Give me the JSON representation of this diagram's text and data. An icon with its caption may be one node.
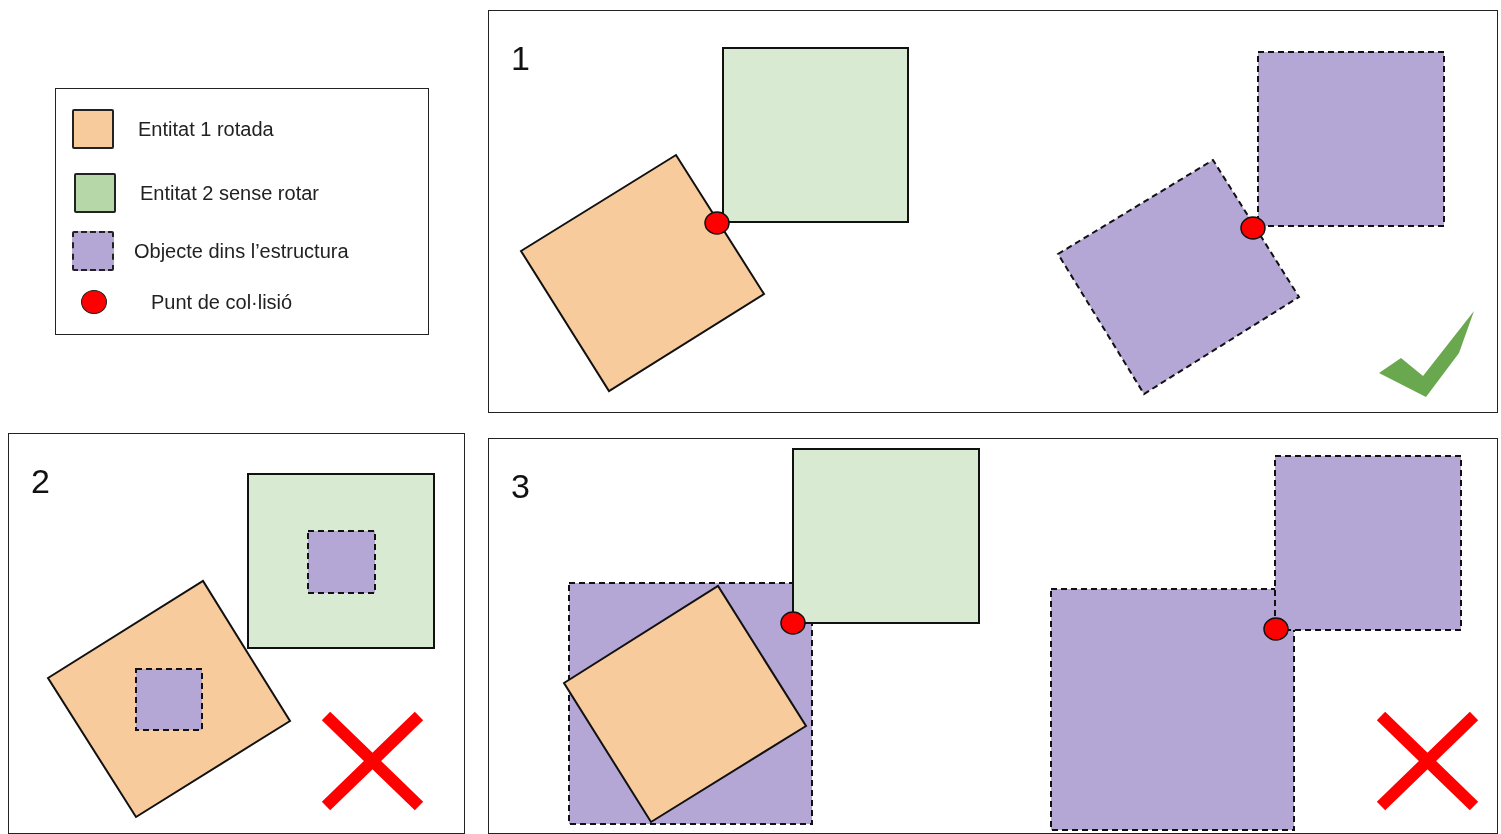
{
  "diagram": {
    "nodes": [
      {
        "text": [
          "1"
        ]
      },
      {
        "text": [
          "2"
        ]
      },
      {
        "text": [
          "3"
        ]
      }
    ],
    "legend": [
      {
        "text": "Entitat 1 rotada",
        "color": "#f8cb9d"
      },
      {
        "text": "Entitat 2 sense rotar",
        "color": "#b6d7a8"
      },
      {
        "text": "Objecte dins l’estructura",
        "color": "#b4a7d6"
      },
      {
        "text": "Punt de col·lisió",
        "color": "#ff0000"
      }
    ]
  }
}
